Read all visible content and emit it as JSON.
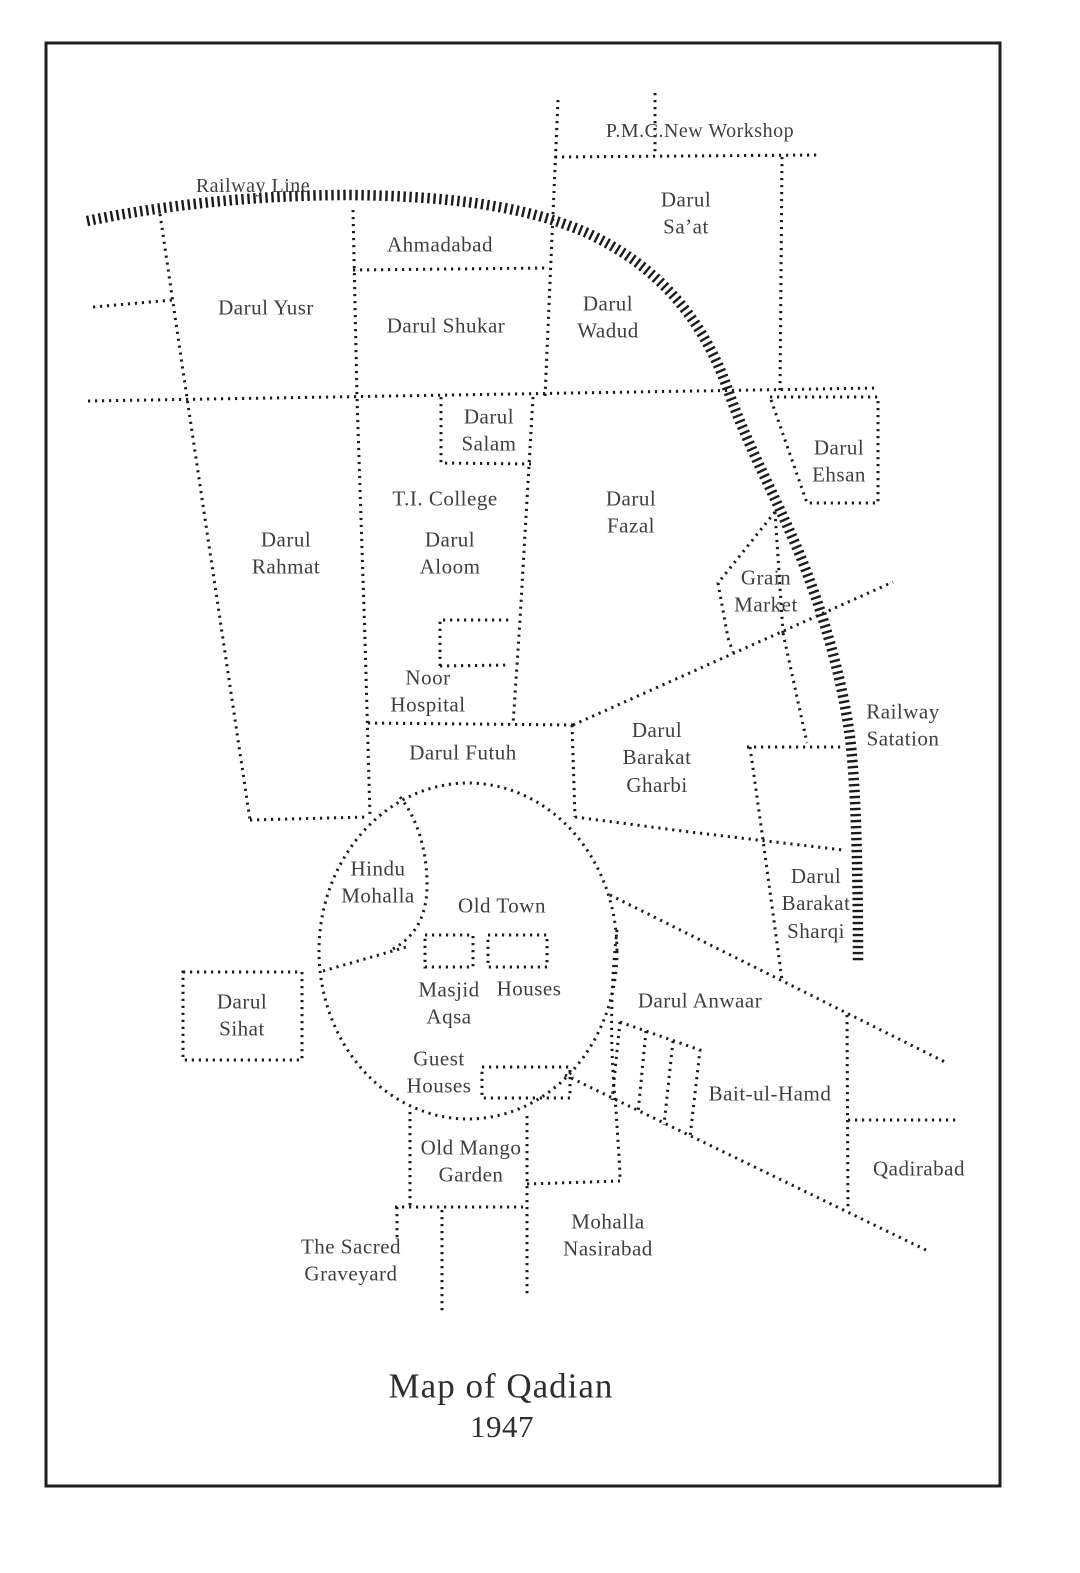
{
  "map": {
    "title": "Map of Qadian",
    "year": "1947",
    "line_color": "#1c1c1c",
    "text_color": "#3f3f3f",
    "labels": {
      "railway_line": "Railway Line",
      "pmc_new_workshop": "P.M.C.New Workshop",
      "ahmadabad": "Ahmadabad",
      "darul_yusr": "Darul Yusr",
      "darul_shukar": "Darul Shukar",
      "darul_wadud": "Darul\nWadud",
      "darul_saat": "Darul\nSa’at",
      "darul_salam": "Darul\nSalam",
      "darul_ehsan": "Darul\nEhsan",
      "ti_college": "T.I. College",
      "darul_aloom": "Darul\nAloom",
      "darul_fazal": "Darul\nFazal",
      "darul_rahmat": "Darul\nRahmat",
      "grain_market": "Grain\nMarket",
      "noor_hospital": "Noor\nHospital",
      "railway_satation": "Railway\nSatation",
      "darul_futuh": "Darul Futuh",
      "darul_barakat_gharbi": "Darul\nBarakat\nGharbi",
      "darul_barakat_sharqi": "Darul\nBarakat\nSharqi",
      "hindu_mohalla": "Hindu\nMohalla",
      "old_town": "Old Town",
      "masjid_aqsa": "Masjid\nAqsa",
      "houses": "Houses",
      "darul_sihat": "Darul\nSihat",
      "darul_anwaar": "Darul Anwaar",
      "guest_houses": "Guest\nHouses",
      "bait_ul_hamd": "Bait-ul-Hamd",
      "old_mango_garden": "Old Mango\nGarden",
      "qadirabad": "Qadirabad",
      "mohalla_nasirabad": "Mohalla\nNasirabad",
      "sacred_graveyard": "The Sacred\nGraveyard"
    }
  }
}
